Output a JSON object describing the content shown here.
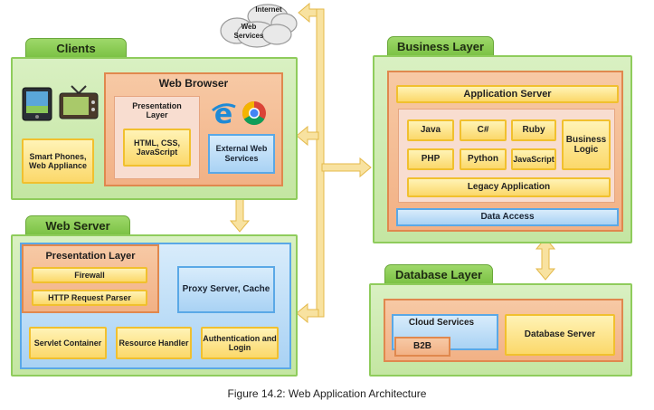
{
  "cloud": {
    "line1": "Internet",
    "line2": "Web",
    "line3": "Services"
  },
  "clients": {
    "title": "Clients",
    "smart_phones": "Smart Phones, Web Appliance",
    "web_browser": "Web Browser",
    "presentation_layer": "Presentation Layer",
    "html_css_js": "HTML, CSS, JavaScript",
    "external_web_services": "External Web Services"
  },
  "web_server": {
    "title": "Web Server",
    "presentation_layer": "Presentation Layer",
    "firewall": "Firewall",
    "http_parser": "HTTP Request Parser",
    "proxy": "Proxy Server, Cache",
    "servlet": "Servlet Container",
    "resource": "Resource Handler",
    "auth": "Authentication and Login"
  },
  "business": {
    "title": "Business Layer",
    "app_server": "Application Server",
    "langs": [
      "Java",
      "C#",
      "Ruby",
      "PHP",
      "Python",
      "JavaScript"
    ],
    "business_logic": "Business Logic",
    "legacy": "Legacy Application",
    "data_access": "Data Access"
  },
  "database": {
    "title": "Database Layer",
    "cloud_services": "Cloud Services",
    "b2b": "B2B",
    "db_server": "Database Server"
  },
  "caption": "Figure 14.2: Web Application Architecture",
  "colors": {
    "green": "#8fcc5c",
    "orange": "#e0884e",
    "yellow": "#f1c02e",
    "blue": "#5aa8e6",
    "arrow": "#f6dc8c"
  }
}
